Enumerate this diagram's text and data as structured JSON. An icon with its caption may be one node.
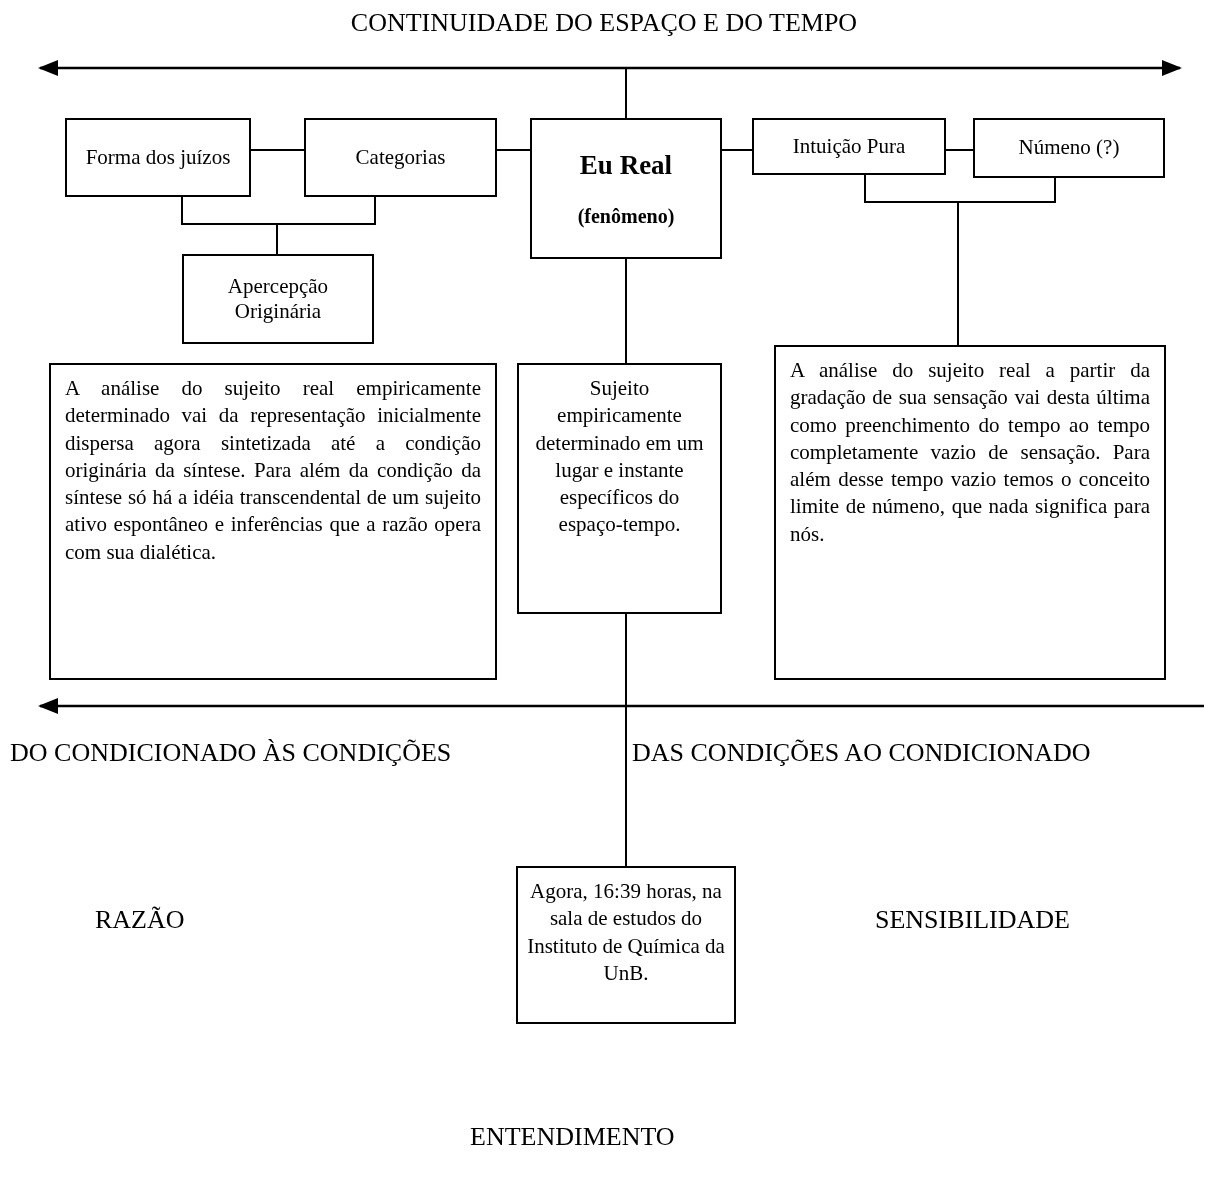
{
  "diagram": {
    "title": "CONTINUIDADE DO ESPAÇO E DO TEMPO",
    "nodes": [
      {
        "text": [
          "Forma dos juízos"
        ]
      },
      {
        "text": [
          "Categorias"
        ]
      },
      {
        "text": [
          "Eu Real",
          "(fenômeno)"
        ]
      },
      {
        "text": [
          "Intuição Pura"
        ]
      },
      {
        "text": [
          "Númeno (?)"
        ]
      },
      {
        "text": [
          "Apercepção Originária"
        ]
      },
      {
        "text": [
          "A análise do sujeito real empiricamente determinado vai da representação inicialmente dispersa agora sintetizada até a condição originária da síntese. Para além da condição da síntese só há a idéia transcendental de um sujeito ativo espontâneo e inferências que a razão opera com sua dialética."
        ]
      },
      {
        "text": [
          "Sujeito empiricamente determinado em um lugar e instante específicos do espaço-tempo."
        ]
      },
      {
        "text": [
          "A análise do sujeito real a partir da gradação de sua sensação vai desta última como preenchimento do tempo ao tempo completamente vazio de sensação. Para além desse tempo vazio temos o conceito limite de númeno, que nada significa para nós."
        ]
      },
      {
        "text": [
          "Agora, 16:39 horas, na sala de estudos do Instituto de Química da UnB."
        ]
      }
    ],
    "edges": [
      {
        "from": 0,
        "to": 1,
        "arrow": "none"
      },
      {
        "from": 1,
        "to": 2,
        "arrow": "none"
      },
      {
        "from": 2,
        "to": 3,
        "arrow": "none"
      },
      {
        "from": 3,
        "to": 4,
        "arrow": "none"
      },
      {
        "from": 0,
        "to": 5,
        "arrow": "none"
      },
      {
        "from": 1,
        "to": 5,
        "arrow": "none"
      },
      {
        "from": 3,
        "to": 8,
        "arrow": "none"
      },
      {
        "from": 4,
        "to": 8,
        "arrow": "none"
      },
      {
        "from": null,
        "to": 2,
        "arrow": "none"
      },
      {
        "from": 2,
        "to": 7,
        "arrow": "none"
      },
      {
        "from": 7,
        "to": 9,
        "arrow": "none"
      }
    ],
    "labels": [
      "DO CONDICIONADO ÀS CONDIÇÕES",
      "DAS CONDIÇÕES AO CONDICIONADO",
      "RAZÃO",
      "SENSIBILIDADE",
      "ENTENDIMENTO"
    ]
  }
}
